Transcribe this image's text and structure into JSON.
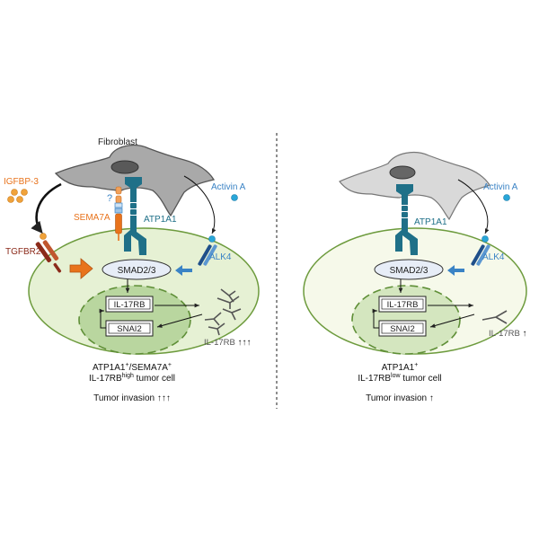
{
  "left": {
    "fibroblast_label": "Fibroblast",
    "igfbp3": "IGFBP-3",
    "tgfbr2": "TGFBR2",
    "question": "?",
    "sema7a": "SEMA7A",
    "atp1a1": "ATP1A1",
    "activin_a": "Activin A",
    "alk4": "ALK4",
    "smad": "SMAD2/3",
    "il17rb_gene": "IL-17RB",
    "snai2_gene": "SNAI2",
    "il17rb_level": "IL-17RB",
    "il17rb_arrows": "↑↑↑",
    "caption_l1_a": "ATP1A1",
    "caption_l1_sup1": "+",
    "caption_l1_b": "/SEMA7A",
    "caption_l1_sup2": "+",
    "caption_l2_a": "IL-17RB",
    "caption_l2_sup": "high",
    "caption_l2_b": " tumor cell",
    "invasion": "Tumor invasion",
    "invasion_arrows": "↑↑↑"
  },
  "right": {
    "atp1a1": "ATP1A1",
    "activin_a": "Activin A",
    "alk4": "ALK4",
    "smad": "SMAD2/3",
    "il17rb_gene": "IL-17RB",
    "snai2_gene": "SNAI2",
    "il17rb_level": "IL-17RB",
    "il17rb_arrows": "↑",
    "caption_l1_a": "ATP1A1",
    "caption_l1_sup": "+",
    "caption_l2_a": "IL-17RB",
    "caption_l2_sup": "low",
    "caption_l2_b": " tumor cell",
    "invasion": "Tumor invasion",
    "invasion_arrows": "↑"
  },
  "colors": {
    "cell_left": "#e6f1d4",
    "cell_right": "#f6f9ea",
    "cell_border": "#6d9b3d",
    "nucleus": "#b9d69f",
    "fibroblast_left": "#a9a9a9",
    "fibroblast_right": "#d9d9d9",
    "atp1a1": "#1f7088",
    "orange": "#e8731c",
    "blue": "#3a83c5",
    "dark_red": "#8b2a1a"
  }
}
